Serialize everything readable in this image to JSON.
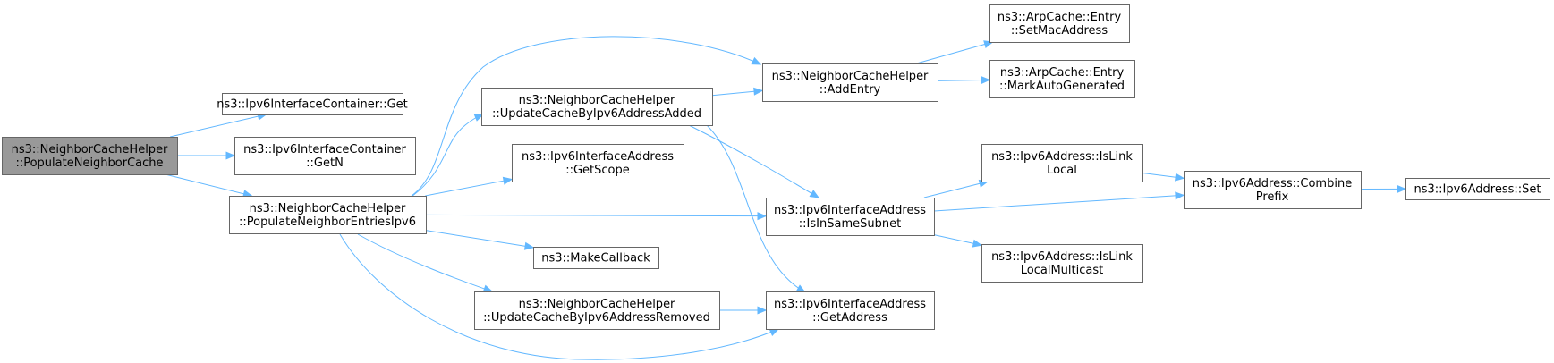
{
  "diagram": {
    "nodes": [
      {
        "id": "root",
        "lines": [
          "ns3::NeighborCacheHelper",
          "::PopulateNeighborCache"
        ],
        "root": true
      },
      {
        "id": "ifc_get",
        "lines": [
          "ns3::Ipv6InterfaceContainer::Get"
        ]
      },
      {
        "id": "ifc_getn",
        "lines": [
          "ns3::Ipv6InterfaceContainer",
          "::GetN"
        ]
      },
      {
        "id": "pop_ipv6",
        "lines": [
          "ns3::NeighborCacheHelper",
          "::PopulateNeighborEntriesIpv6"
        ]
      },
      {
        "id": "upd_added",
        "lines": [
          "ns3::NeighborCacheHelper",
          "::UpdateCacheByIpv6AddressAdded"
        ]
      },
      {
        "id": "getscope",
        "lines": [
          "ns3::Ipv6InterfaceAddress",
          "::GetScope"
        ]
      },
      {
        "id": "makecb",
        "lines": [
          "ns3::MakeCallback"
        ]
      },
      {
        "id": "upd_removed",
        "lines": [
          "ns3::NeighborCacheHelper",
          "::UpdateCacheByIpv6AddressRemoved"
        ]
      },
      {
        "id": "addentry",
        "lines": [
          "ns3::NeighborCacheHelper",
          "::AddEntry"
        ]
      },
      {
        "id": "issamesubnet",
        "lines": [
          "ns3::Ipv6InterfaceAddress",
          "::IsInSameSubnet"
        ]
      },
      {
        "id": "getaddress",
        "lines": [
          "ns3::Ipv6InterfaceAddress",
          "::GetAddress"
        ]
      },
      {
        "id": "setmac",
        "lines": [
          "ns3::ArpCache::Entry",
          "::SetMacAddress"
        ]
      },
      {
        "id": "markauto",
        "lines": [
          "ns3::ArpCache::Entry",
          "::MarkAutoGenerated"
        ]
      },
      {
        "id": "islinklocal",
        "lines": [
          "ns3::Ipv6Address::IsLink",
          "Local"
        ]
      },
      {
        "id": "islinklocalmc",
        "lines": [
          "ns3::Ipv6Address::IsLink",
          "LocalMulticast"
        ]
      },
      {
        "id": "combineprefix",
        "lines": [
          "ns3::Ipv6Address::Combine",
          "Prefix"
        ]
      },
      {
        "id": "set",
        "lines": [
          "ns3::Ipv6Address::Set"
        ]
      }
    ],
    "edges": [
      {
        "from": "root",
        "to": "ifc_get"
      },
      {
        "from": "root",
        "to": "ifc_getn"
      },
      {
        "from": "root",
        "to": "pop_ipv6"
      },
      {
        "from": "pop_ipv6",
        "to": "addentry"
      },
      {
        "from": "pop_ipv6",
        "to": "upd_added"
      },
      {
        "from": "pop_ipv6",
        "to": "getscope"
      },
      {
        "from": "pop_ipv6",
        "to": "issamesubnet"
      },
      {
        "from": "pop_ipv6",
        "to": "makecb"
      },
      {
        "from": "pop_ipv6",
        "to": "upd_removed"
      },
      {
        "from": "pop_ipv6",
        "to": "getaddress"
      },
      {
        "from": "upd_added",
        "to": "addentry"
      },
      {
        "from": "upd_added",
        "to": "issamesubnet"
      },
      {
        "from": "upd_added",
        "to": "getaddress"
      },
      {
        "from": "upd_removed",
        "to": "getaddress"
      },
      {
        "from": "addentry",
        "to": "setmac"
      },
      {
        "from": "addentry",
        "to": "markauto"
      },
      {
        "from": "issamesubnet",
        "to": "islinklocal"
      },
      {
        "from": "issamesubnet",
        "to": "combineprefix"
      },
      {
        "from": "issamesubnet",
        "to": "islinklocalmc"
      },
      {
        "from": "islinklocal",
        "to": "combineprefix"
      },
      {
        "from": "combineprefix",
        "to": "set"
      }
    ],
    "colors": {
      "edge": "#63b8ff",
      "root_fill": "#999999",
      "border": "#666666"
    }
  }
}
